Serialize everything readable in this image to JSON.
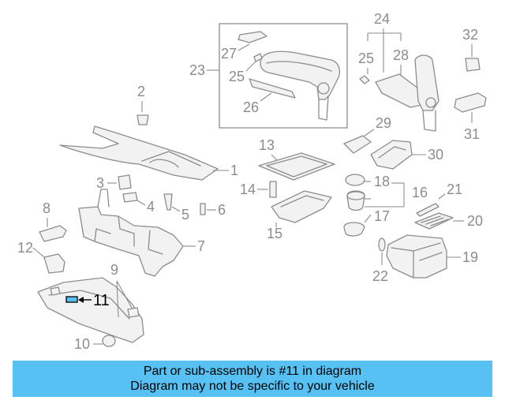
{
  "diagram": {
    "callouts": {
      "c1": "1",
      "c2": "2",
      "c3": "3",
      "c4": "4",
      "c5": "5",
      "c6": "6",
      "c7": "7",
      "c8": "8",
      "c9": "9",
      "c10": "10",
      "c11": "11",
      "c12": "12",
      "c13": "13",
      "c14": "14",
      "c15": "15",
      "c16": "16",
      "c17": "17",
      "c18": "18",
      "c19": "19",
      "c20": "20",
      "c21": "21",
      "c22": "22",
      "c23": "23",
      "c24": "24",
      "c25a": "25",
      "c25b": "25",
      "c26": "26",
      "c27": "27",
      "c28": "28",
      "c29": "29",
      "c30": "30",
      "c31": "31",
      "c32": "32"
    },
    "highlight_part": "11",
    "highlight_color": "#56c1f2",
    "part_color": "#8c8c8c"
  },
  "banner": {
    "line1": "Part or sub-assembly is #11 in diagram",
    "line2": "Diagram may not be specific to your vehicle",
    "background": "#56c1f2"
  }
}
